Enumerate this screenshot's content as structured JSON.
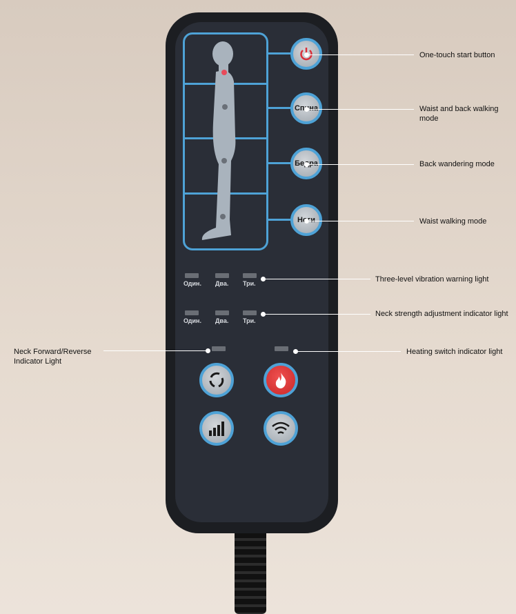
{
  "remote": {
    "buttons": {
      "power": "power-icon",
      "back": "Спина",
      "hips": "Бедра",
      "legs": "Ноги"
    },
    "vibration_levels": [
      "Один.",
      "Два.",
      "Три."
    ],
    "neck_levels": [
      "Один.",
      "Два.",
      "Три."
    ]
  },
  "annotations": {
    "start": "One-touch start button",
    "waist_back": "Waist and back walking mode",
    "back_wandering": "Back wandering mode",
    "waist": "Waist walking mode",
    "vibration": "Three-level vibration warning light",
    "neck_strength": "Neck strength adjustment indicator light",
    "neck_forward": "Neck Forward/Reverse Indicator Light",
    "heating": "Heating switch indicator light"
  },
  "colors": {
    "accent": "#4ea2d6",
    "heat": "#e03a3a"
  }
}
